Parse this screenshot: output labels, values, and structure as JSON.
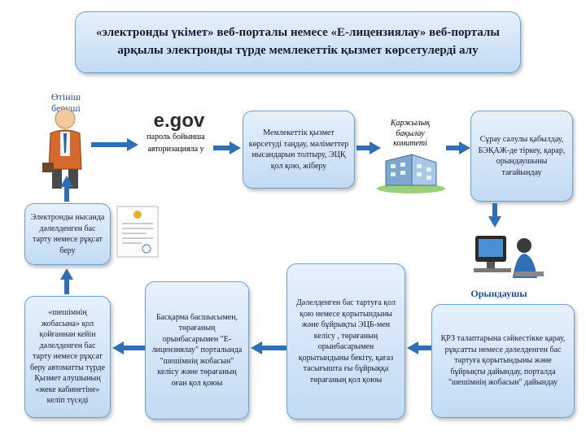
{
  "title": "«электронды үкімет» веб-порталы немесе «Е-лицензиялау» веб-порталы арқылы электронды түрде мемлекеттік қызмет көрсетулерді алу",
  "applicant_label": "Өтініш беруші",
  "egov_logo": "e.gov",
  "step_auth": "пароль бойынша авторизацияла у",
  "step_form": "Мемлекеттік қызмет көрсетуді таңдау, мәліметтер нысандарын толтыру, ЭЦҚ қол қою, жіберу",
  "committee_label": "Қаржылық бақылау комитеті",
  "step_register": "Сұрау салулы қабылдау, БЭҚАЖ-де тіркеу, қарар, орындаушыны тағайындау",
  "executor_label": "Орындаушы",
  "step_check": "ҚРЗ талаптарына сәйкестікке қарау, рұқсатты немесе дәлелденген бас тартуға қорытындыны және бұйрықты дайындау, порталда \"шешімнің жобасын\" дайындау",
  "step_sign": "Дәлелденген бас тартуға қол қою немесе қорытындыны және бұйрықты ЭЦБ-мен келісу , төрағаның орынбасарымен қорытындыны бекіту, қағаз тасығышта ғы бұйрыққа төрағаның қол қоюы",
  "step_approve": "Басқарма басшысымен, төрағаның орынбасарымен \"Е-лицензиялау\" порталында \"шешімнің жобасын\" келісу және төрағаның оған қол қоюы",
  "step_notify": "«шешімнің жобасына» қол қойғаннан кейін дәлелденген бас тарту немесе рұқсат беру автоматты түрде Қызмет алушының «жеке кабинетіне» келіп түседі",
  "step_result": "Электронды нысанда дәлелденген бас тарту немесе рұқсат беру",
  "colors": {
    "box_top": "#e6f1fb",
    "box_bottom": "#c2dbf3",
    "box_border": "#6f9fd0",
    "arrow": "#2f6fb5",
    "label_blue": "#1f4e9a"
  }
}
